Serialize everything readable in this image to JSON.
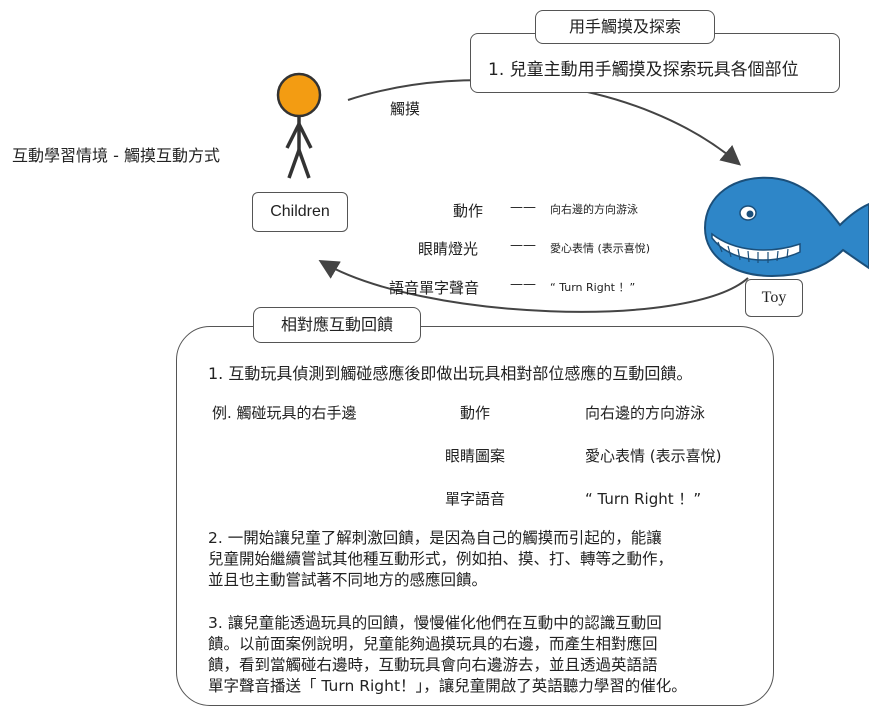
{
  "side_title": "互動學習情境 - 觸摸互動方式",
  "child_label": "Children",
  "toy_label": "Toy",
  "touch_label": "觸摸",
  "top_callout": {
    "title": "用手觸摸及探索",
    "text": "1. 兒童主動用手觸摸及探索玩具各個部位"
  },
  "feedback_list": [
    {
      "name": "動作",
      "dash": "——",
      "value": "向右邊的方向游泳"
    },
    {
      "name": "眼睛燈光",
      "dash": "——",
      "value": "愛心表情 (表示喜悅)"
    },
    {
      "name": "語音單字聲音",
      "dash": "——",
      "value": "“ Turn Right ！”"
    }
  ],
  "panel": {
    "title": "相對應互動回饋",
    "p1": "1. 互動玩具偵測到觸碰感應後即做出玩具相對部位感應的互動回饋。",
    "example_label": "例. 觸碰玩具的右手邊",
    "rows": [
      {
        "mid": "動作",
        "result": "向右邊的方向游泳"
      },
      {
        "mid": "眼睛圖案",
        "result": "愛心表情 (表示喜悅)"
      },
      {
        "mid": "單字語音",
        "result": "“ Turn Right ！”"
      }
    ],
    "p2_lines": [
      "2. 一開始讓兒童了解刺激回饋，是因為自己的觸摸而引起的，能讓",
      "兒童開始繼續嘗試其他種互動形式，例如拍、摸、打、轉等之動作，",
      "並且也主動嘗試著不同地方的感應回饋。"
    ],
    "p3_lines": [
      "3. 讓兒童能透過玩具的回饋，慢慢催化他們在互動中的認識互動回",
      "饋。以前面案例說明，兒童能夠過摸玩具的右邊，而產生相對應回",
      "饋，看到當觸碰右邊時，互動玩具會向右邊游去，並且透過英語語",
      "單字聲音播送「 Turn Right！」，讓兒童開啟了英語聽力學習的催化。"
    ]
  },
  "colors": {
    "child_head": "#f39c12",
    "whale_body": "#2e86c8",
    "whale_dark": "#1f5f94",
    "line": "#444444"
  }
}
